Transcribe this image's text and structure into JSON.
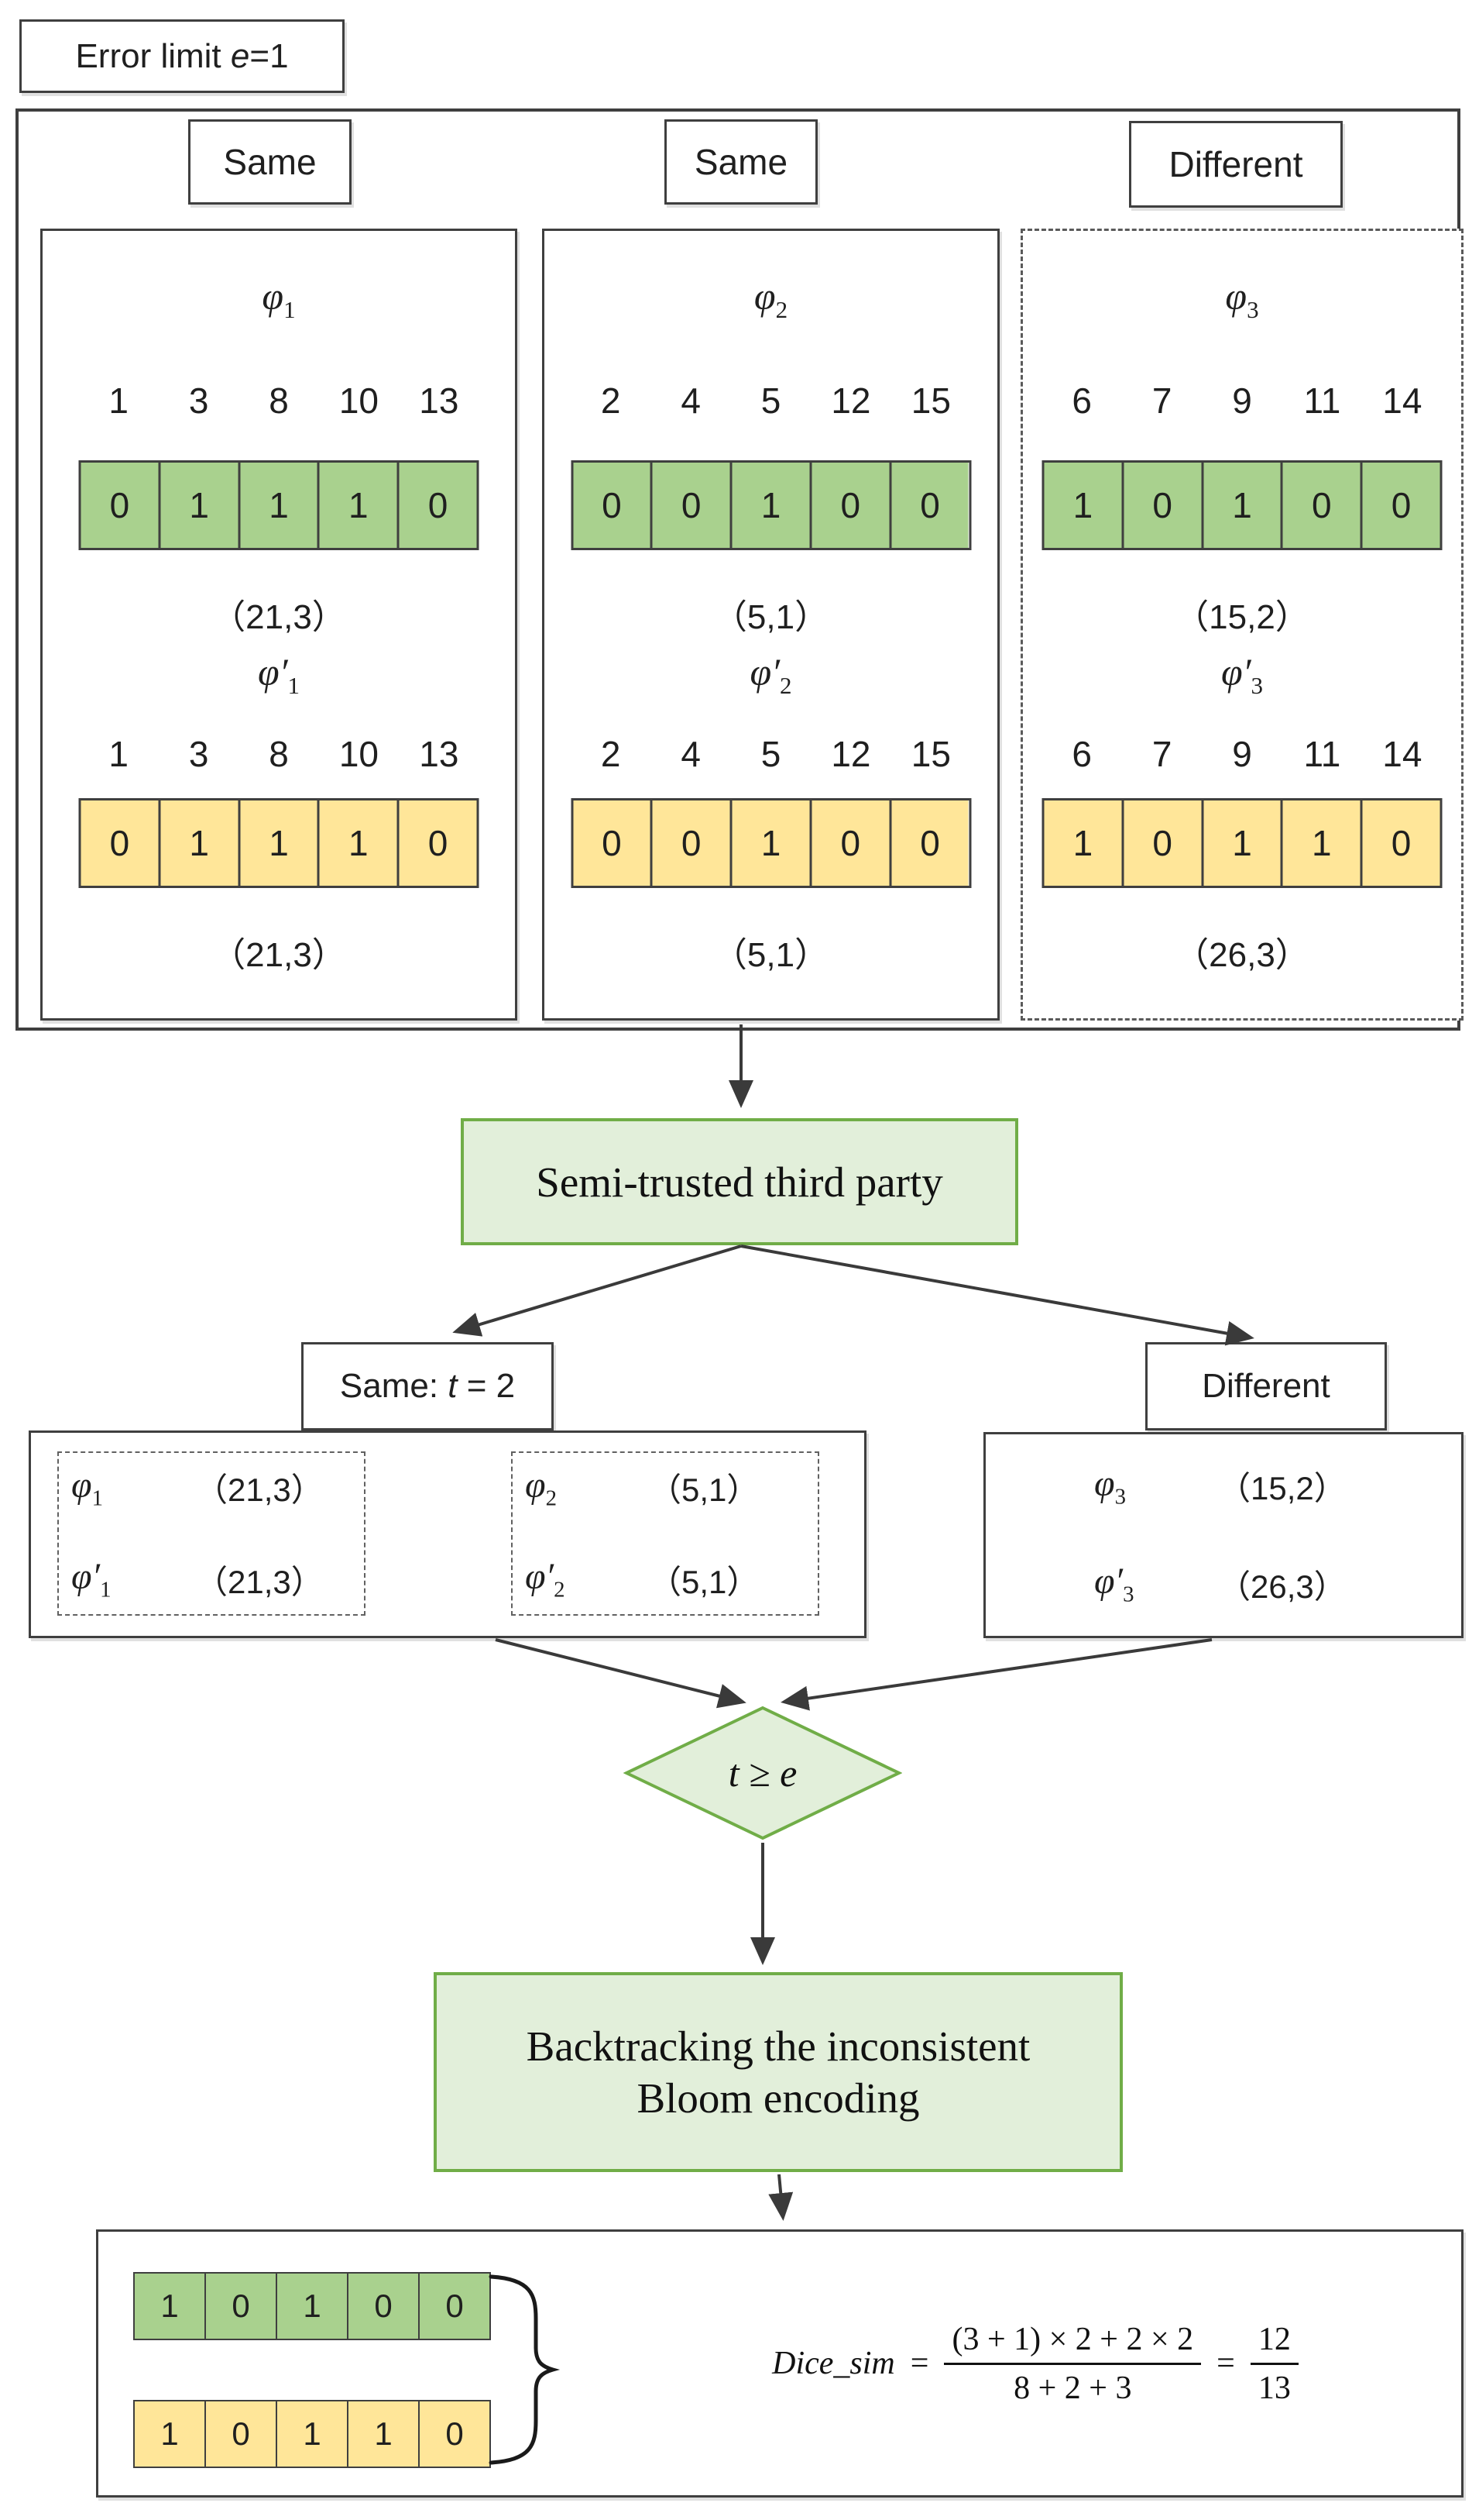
{
  "error_limit": {
    "prefix": "Error limit ",
    "var": "e",
    "suffix": "=1"
  },
  "columns": [
    {
      "status": "Same",
      "symbol": "φ",
      "symbol_sub": "1",
      "prime_symbol": "φ′",
      "indices": [
        "1",
        "3",
        "8",
        "10",
        "13"
      ],
      "encoding_bits": [
        "0",
        "1",
        "1",
        "1",
        "0"
      ],
      "encoding_value": "（21,3）",
      "prime_bits": [
        "0",
        "1",
        "1",
        "1",
        "0"
      ],
      "prime_value": "（21,3）"
    },
    {
      "status": "Same",
      "symbol": "φ",
      "symbol_sub": "2",
      "prime_symbol": "φ′",
      "indices": [
        "2",
        "4",
        "5",
        "12",
        "15"
      ],
      "encoding_bits": [
        "0",
        "0",
        "1",
        "0",
        "0"
      ],
      "encoding_value": "（5,1）",
      "prime_bits": [
        "0",
        "0",
        "1",
        "0",
        "0"
      ],
      "prime_value": "（5,1）"
    },
    {
      "status": "Different",
      "symbol": "φ",
      "symbol_sub": "3",
      "prime_symbol": "φ′",
      "indices": [
        "6",
        "7",
        "9",
        "11",
        "14"
      ],
      "encoding_bits": [
        "1",
        "0",
        "1",
        "0",
        "0"
      ],
      "encoding_value": "（15,2）",
      "prime_bits": [
        "1",
        "0",
        "1",
        "1",
        "0"
      ],
      "prime_value": "（26,3）"
    }
  ],
  "stp": {
    "label": "Semi-trusted third party"
  },
  "same_group": {
    "title_prefix": "Same: ",
    "title_var": "t",
    "title_suffix": " = 2",
    "pairs": [
      {
        "symbol": "φ",
        "sub": "1",
        "prime_symbol": "φ′",
        "value": "（21,3）",
        "prime_value": "（21,3）"
      },
      {
        "symbol": "φ",
        "sub": "2",
        "prime_symbol": "φ′",
        "value": "（5,1）",
        "prime_value": "（5,1）"
      }
    ]
  },
  "different_group": {
    "title": "Different",
    "symbol": "φ",
    "sub": "3",
    "prime_symbol": "φ′",
    "value": "（15,2）",
    "prime_value": "（26,3）"
  },
  "decision": {
    "text": "t ≥ e"
  },
  "backtracking": {
    "line1": "Backtracking the inconsistent",
    "line2": "Bloom encoding"
  },
  "result": {
    "consistent_bits": [
      "1",
      "0",
      "1",
      "0",
      "0"
    ],
    "inconsistent_bits": [
      "1",
      "0",
      "1",
      "1",
      "0"
    ],
    "formula": {
      "lhs": "Dice_sim",
      "eq": "=",
      "numerator": "(3 + 1) × 2 + 2 × 2",
      "denominator": "8 + 2 + 3",
      "eq2": "=",
      "value_numerator": "12",
      "value_denominator": "13"
    }
  },
  "colors": {
    "green_cell": "#a9d18e",
    "yellow_cell": "#ffe699",
    "light_green_fill": "#e2efda",
    "green_border": "#70ad47",
    "line_color": "#3f3f3f"
  }
}
